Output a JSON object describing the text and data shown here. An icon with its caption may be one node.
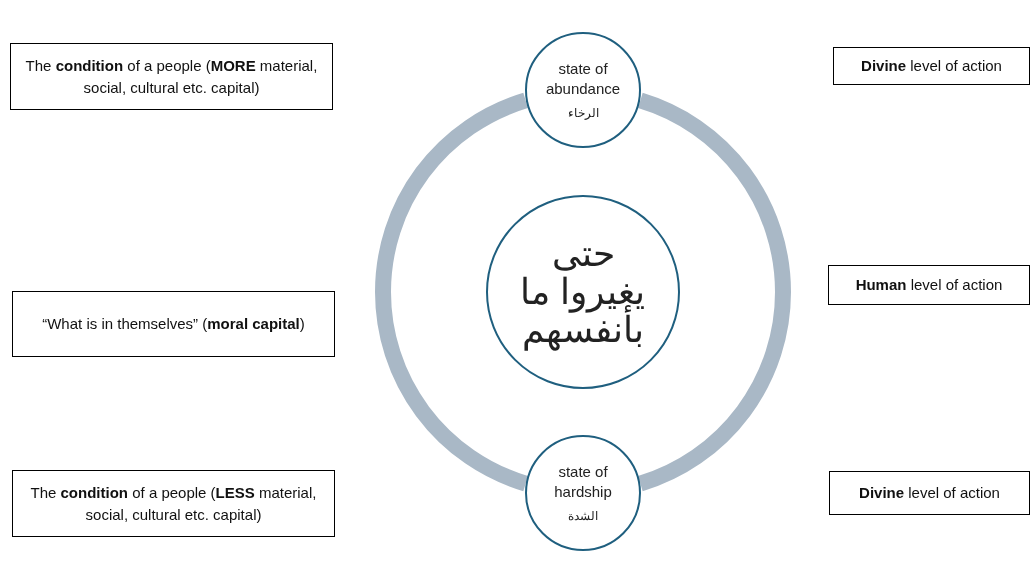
{
  "diagram": {
    "nodes": [
      {
        "text": [
          "The **condition** of a people (**MORE** material, social, cultural etc. capital)"
        ]
      },
      {
        "text": [
          "state of abundance",
          "الرخاء"
        ]
      },
      {
        "text": [
          "**Divine** level of action"
        ]
      },
      {
        "text": [
          "“What is in themselves” (**moral capital**)"
        ]
      },
      {
        "text": [
          "حتى يغيروا ما بأنفسهم"
        ]
      },
      {
        "text": [
          "**Human** level of action"
        ]
      },
      {
        "text": [
          "The **condition** of a people (**LESS** material, social, cultural etc. capital)"
        ]
      },
      {
        "text": [
          "state of hardship",
          "الشدة"
        ]
      },
      {
        "text": [
          "**Divine** level of action"
        ]
      }
    ],
    "edges": [
      {
        "from": 1,
        "to": 7,
        "arrow": "none"
      },
      {
        "from": 7,
        "to": 1,
        "arrow": "none"
      }
    ]
  }
}
